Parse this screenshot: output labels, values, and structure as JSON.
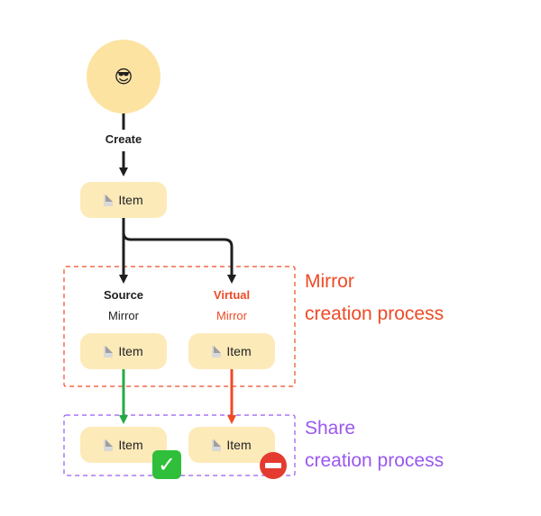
{
  "avatar": {
    "emoji": "😎"
  },
  "create_label": "Create",
  "item_label": "Item",
  "source_col": {
    "title": "Source",
    "subtitle": "Mirror"
  },
  "virtual_col": {
    "title": "Virtual",
    "subtitle": "Mirror"
  },
  "mirror_group": {
    "line1": "Mirror",
    "line2": "creation process"
  },
  "share_group": {
    "line1": "Share",
    "line2": "creation process"
  },
  "colors": {
    "mirror": "#ee4b26",
    "share": "#9a58f0",
    "success_arrow": "#27a844",
    "fail_arrow": "#ee4b26",
    "item_bg": "#fdeab9",
    "avatar_bg": "#fde3a2"
  },
  "icons": {
    "item": "document-icon",
    "success": "check-mark-icon",
    "failure": "no-entry-icon"
  }
}
